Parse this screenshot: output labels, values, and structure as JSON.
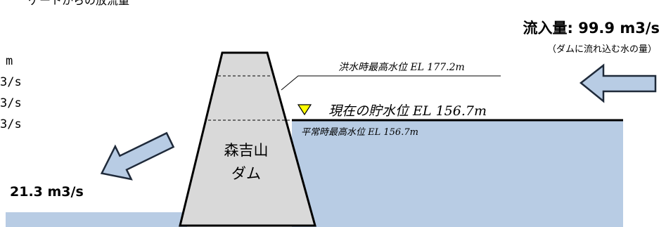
{
  "top_left_partial": "ゲートからの放流量",
  "inflow": {
    "value": "流入量: 99.9 m3/s",
    "note": "（ダムに流れ込む水の量）"
  },
  "left_partial_lines": [
    "m",
    "3/s",
    "3/s",
    "3/s"
  ],
  "flood_level": "洪水時最高水位 EL 177.2m",
  "current_level": "現在の貯水位 EL 156.7m",
  "normal_level": "平常時最高水位 EL 156.7m",
  "dam": {
    "name_line1": "森吉山",
    "name_line2": "ダム"
  },
  "outflow": "21.3 m3/s",
  "colors": {
    "water": "#b8cce4",
    "dam": "#d9d9d9",
    "arrow": "#b8cce4",
    "arrow_stroke": "#1f2a3a",
    "marker": "#ffff00"
  }
}
